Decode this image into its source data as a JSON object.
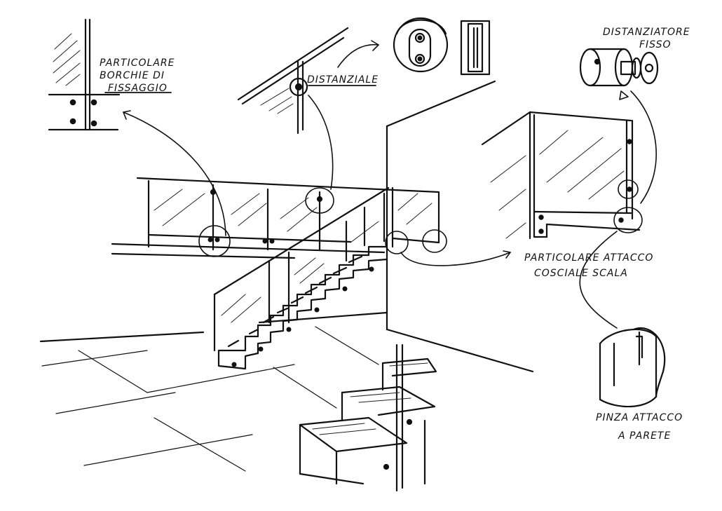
{
  "labels": {
    "borchie_line1": "PARTICOLARE",
    "borchie_line2": "BORCHIE DI",
    "borchie_line3": "FISSAGGIO",
    "distanziale": "DISTANZIALE",
    "distanziatore_line1": "DISTANZIATORE",
    "distanziatore_line2": "FISSO",
    "cosciale_line1": "PARTICOLARE ATTACCO",
    "cosciale_line2": "COSCIALE SCALA",
    "pinza_line1": "PINZA ATTACCO",
    "pinza_line2": "A PARETE"
  }
}
